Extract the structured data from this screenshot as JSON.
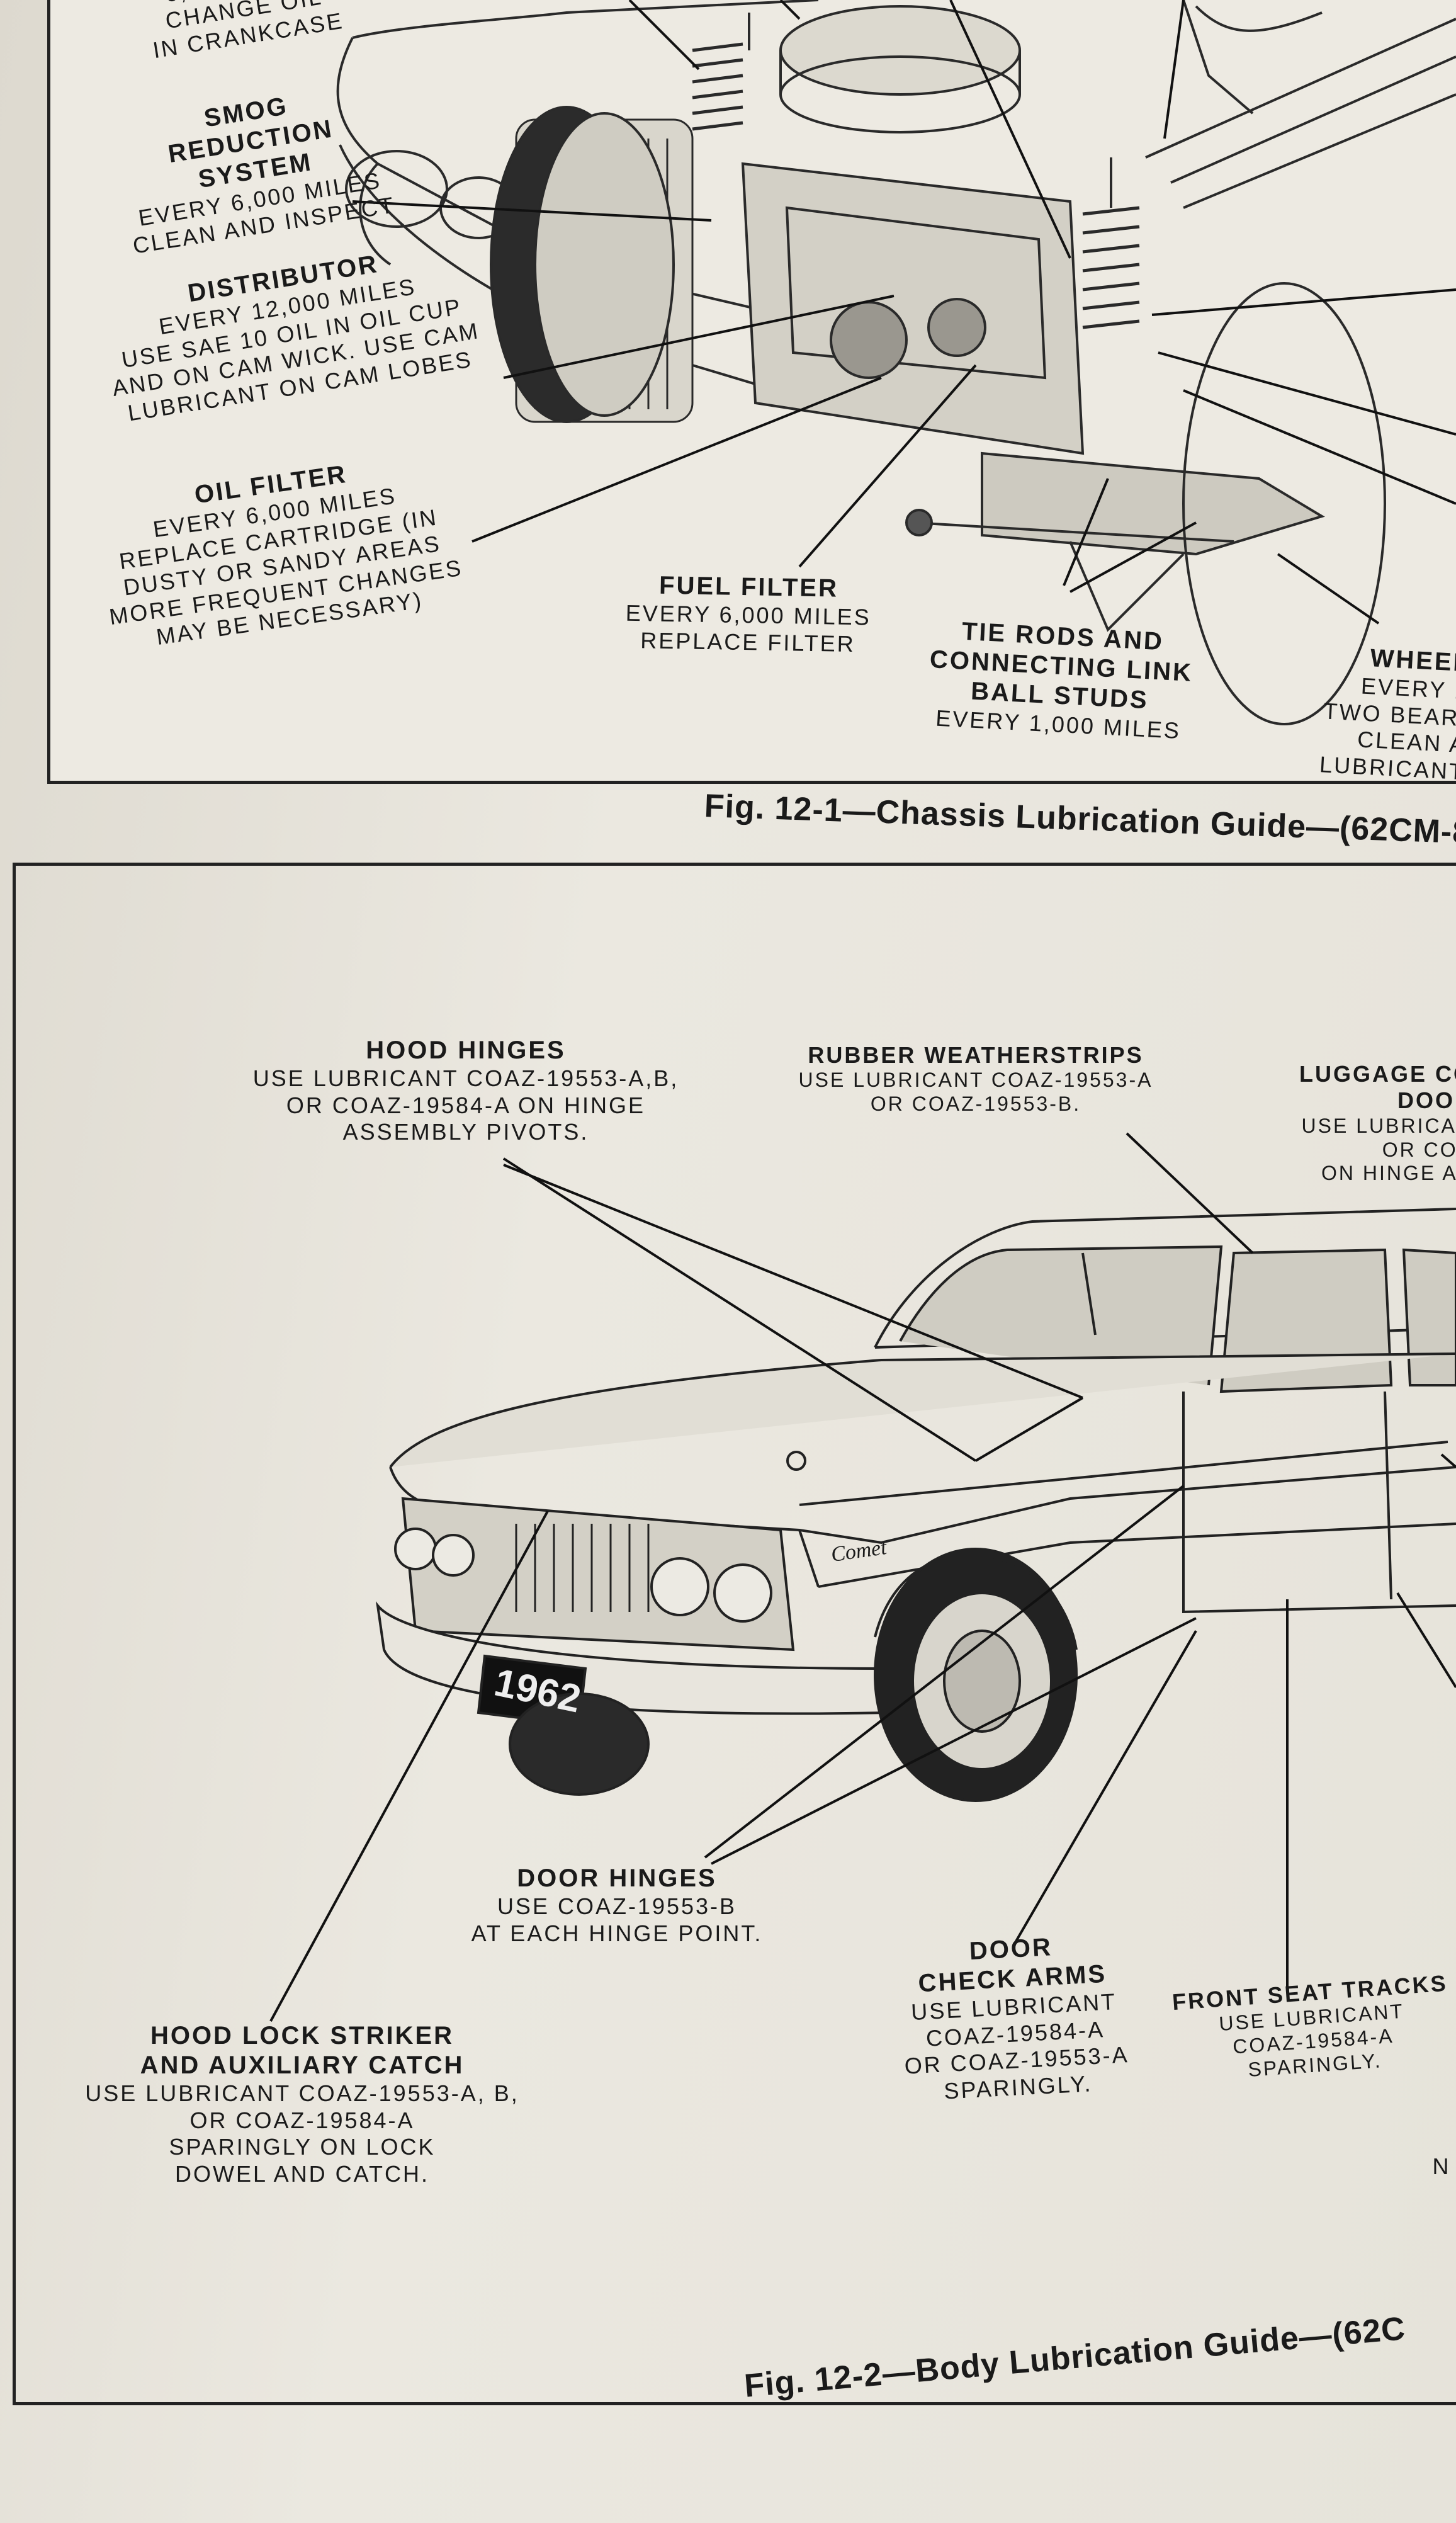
{
  "figure1": {
    "caption": "Fig. 12-1—Chassis Lubrication Guide—(62CM-84",
    "labels": {
      "crankcase": {
        "lines": [
          "6,000 MILES",
          "CHANGE OIL",
          "IN CRANKCASE"
        ]
      },
      "smog": {
        "title": [
          "SMOG",
          "REDUCTION",
          "SYSTEM"
        ],
        "body": [
          "EVERY 6,000 MILES",
          "CLEAN AND INSPECT"
        ]
      },
      "distributor": {
        "title": "DISTRIBUTOR",
        "body": [
          "EVERY 12,000 MILES",
          "USE SAE 10 OIL IN OIL CUP",
          "AND ON CAM WICK. USE CAM",
          "LUBRICANT ON CAM LOBES"
        ]
      },
      "oil_filter": {
        "title": "OIL FILTER",
        "body": [
          "EVERY 6,000 MILES",
          "REPLACE CARTRIDGE (IN",
          "DUSTY OR SANDY AREAS",
          "MORE FREQUENT CHANGES",
          "MAY BE NECESSARY)"
        ]
      },
      "fuel_filter": {
        "title": "FUEL FILTER",
        "body": [
          "EVERY 6,000 MILES",
          "REPLACE FILTER"
        ]
      },
      "tie_rods": {
        "title": [
          "TIE RODS AND",
          "CONNECTING LINK",
          "BALL STUDS"
        ],
        "body": [
          "EVERY 1,000 MILES"
        ]
      },
      "wheel": {
        "title": [
          "F",
          "WHEEL"
        ],
        "body": [
          "EVERY 1",
          "TWO BEARI",
          "CLEAN A",
          "LUBRICANT"
        ]
      }
    }
  },
  "figure2": {
    "caption": "Fig. 12-2—Body Lubrication Guide—(62C",
    "plate": "1962",
    "script": "Comet",
    "labels": {
      "hood_hinges": {
        "title": "HOOD HINGES",
        "body": [
          "USE LUBRICANT COAZ-19553-A,B,",
          "OR COAZ-19584-A  ON HINGE",
          "ASSEMBLY PIVOTS."
        ]
      },
      "weatherstrips": {
        "title": "RUBBER WEATHERSTRIPS",
        "body": [
          "USE LUBRICANT COAZ-19553-A",
          "OR COAZ-19553-B."
        ]
      },
      "luggage": {
        "title": [
          "LUGGAGE CO",
          "DOOR"
        ],
        "body": [
          "USE LUBRICAN",
          "OR COA",
          "ON HINGE AS"
        ]
      },
      "door_hinges": {
        "title": "DOOR HINGES",
        "body": [
          "USE COAZ-19553-B",
          "AT EACH HINGE POINT."
        ]
      },
      "hood_lock": {
        "title": [
          "HOOD LOCK STRIKER",
          "AND AUXILIARY  CATCH"
        ],
        "body": [
          "USE LUBRICANT COAZ-19553-A, B,",
          "OR  COAZ-19584-A",
          "SPARINGLY ON LOCK",
          "DOWEL AND CATCH."
        ]
      },
      "check_arms": {
        "title": [
          "DOOR",
          "CHECK ARMS"
        ],
        "body": [
          "USE LUBRICANT",
          "COAZ-19584-A",
          "OR COAZ-19553-A",
          "SPARINGLY."
        ]
      },
      "seat_tracks": {
        "title": "FRONT SEAT TRACKS",
        "body": [
          "USE LUBRICANT",
          "COAZ-19584-A",
          "SPARINGLY."
        ]
      },
      "edge": {
        "text": "N"
      }
    }
  }
}
